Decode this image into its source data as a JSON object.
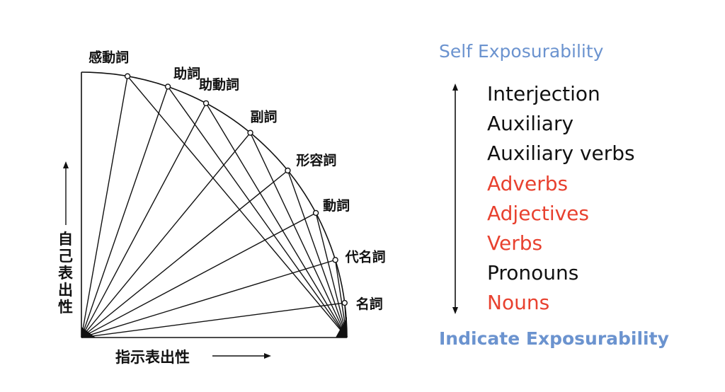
{
  "diagram": {
    "labels": [
      "感動詞",
      "助詞",
      "助動詞",
      "副詞",
      "形容詞",
      "動詞",
      "代名詞",
      "名詞"
    ],
    "y_axis_label": [
      "自",
      "己",
      "表",
      "出",
      "性"
    ],
    "x_axis_label": "指示表出性",
    "point_angles_deg": [
      80,
      71,
      62,
      50.5,
      39,
      28,
      17,
      7.5
    ]
  },
  "legend": {
    "top_title": "Self Exposurability",
    "bottom_title": "Indicate Exposurability",
    "items": [
      {
        "label": "Interjection",
        "highlight": false
      },
      {
        "label": "Auxiliary",
        "highlight": false
      },
      {
        "label": "Auxiliary verbs",
        "highlight": false
      },
      {
        "label": "Adverbs",
        "highlight": true
      },
      {
        "label": "Adjectives",
        "highlight": true
      },
      {
        "label": "Verbs",
        "highlight": true
      },
      {
        "label": "Pronouns",
        "highlight": false
      },
      {
        "label": "Nouns",
        "highlight": true
      }
    ]
  },
  "colors": {
    "title": "#6b93cf",
    "highlight": "#e8412f",
    "text": "#111111"
  }
}
